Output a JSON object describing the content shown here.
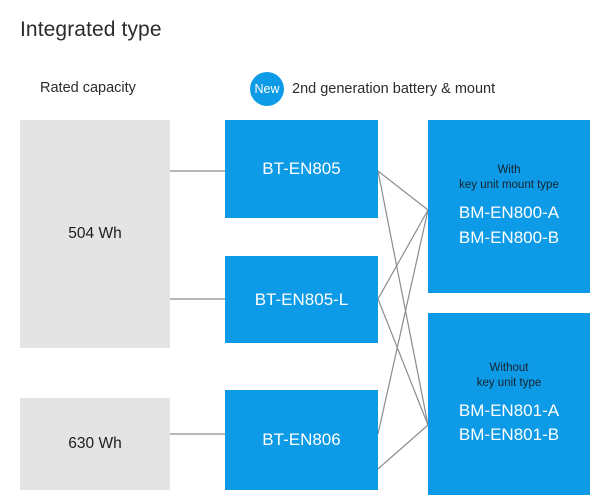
{
  "title": "Integrated type",
  "colors": {
    "blue": "#0d9ae6",
    "gray": "#e4e4e4",
    "wire": "#8c8c8c",
    "text_dark": "#2b2b2b",
    "text_white": "#ffffff"
  },
  "headers": {
    "left": "Rated capacity",
    "badge": "New",
    "right": "2nd generation battery & mount"
  },
  "capacity_nodes": [
    {
      "label": "504 Wh"
    },
    {
      "label": "630 Wh"
    }
  ],
  "battery_nodes": [
    {
      "label": "BT-EN805"
    },
    {
      "label": "BT-EN805-L"
    },
    {
      "label": "BT-EN806"
    }
  ],
  "mount_nodes": [
    {
      "sub_line1": "With",
      "sub_line2": "key unit mount type",
      "models": [
        "BM-EN800-A",
        "BM-EN800-B"
      ]
    },
    {
      "sub_line1": "Without",
      "sub_line2": "key unit type",
      "models": [
        "BM-EN801-A",
        "BM-EN801-B"
      ]
    }
  ],
  "connections": {
    "capacity_to_battery": [
      {
        "from": "504 Wh",
        "to": "BT-EN805"
      },
      {
        "from": "504 Wh",
        "to": "BT-EN805-L"
      },
      {
        "from": "630 Wh",
        "to": "BT-EN806"
      }
    ],
    "battery_to_mount": [
      {
        "from": "BT-EN805",
        "to": "BM-EN800"
      },
      {
        "from": "BT-EN805",
        "to": "BM-EN801"
      },
      {
        "from": "BT-EN805-L",
        "to": "BM-EN800"
      },
      {
        "from": "BT-EN805-L",
        "to": "BM-EN801"
      },
      {
        "from": "BT-EN806",
        "to": "BM-EN800"
      },
      {
        "from": "BT-EN806",
        "to": "BM-EN801"
      }
    ]
  }
}
